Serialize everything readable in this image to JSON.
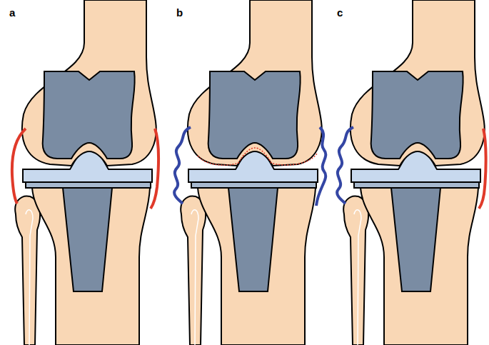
{
  "diagram": {
    "labels": [
      "a",
      "b",
      "c"
    ]
  }
}
